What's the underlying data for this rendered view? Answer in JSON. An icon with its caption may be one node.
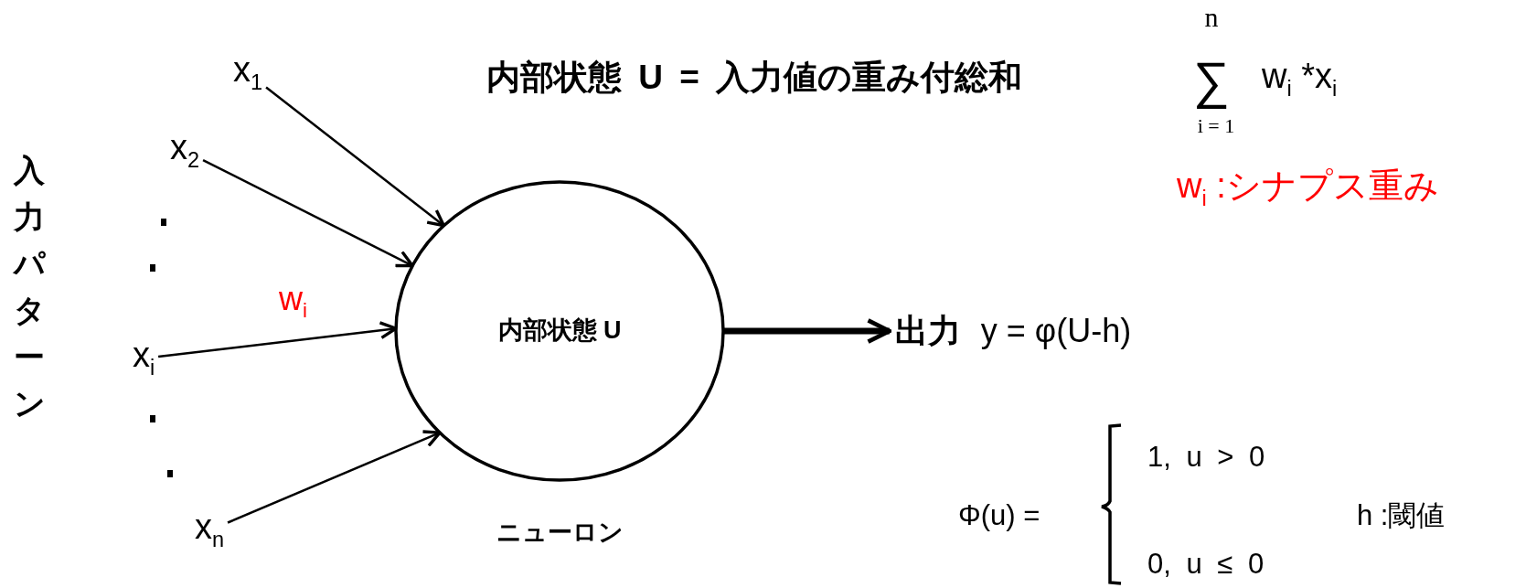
{
  "diagram": {
    "nodes": [
      {
        "text": [
          "x$_{1}$"
        ]
      },
      {
        "text": [
          "x$_{2}$"
        ]
      },
      {
        "text": [
          "x$_{i}$"
        ]
      },
      {
        "text": [
          "x$_{n}$"
        ]
      },
      {
        "text": [
          "内部状態 U"
        ],
        "beside": [
          "ニューロン"
        ]
      },
      {
        "text": [
          "出力",
          "y = φ(U-h)"
        ]
      }
    ],
    "edges": [
      {
        "from": 0,
        "to": 4,
        "arrow": "to"
      },
      {
        "from": 1,
        "to": 4,
        "arrow": "to"
      },
      {
        "from": 2,
        "to": 4,
        "arrow": "to",
        "label": "w$_{i}$"
      },
      {
        "from": 3,
        "to": 4,
        "arrow": "to"
      },
      {
        "from": 4,
        "to": 5,
        "arrow": "to",
        "style": "thick"
      }
    ],
    "labels": [
      "内部状態 U = 入力値の重み付総和",
      "n",
      "∑",
      "w$_{i}$ *x$_{i}$",
      "i = 1",
      "w$_{i}$ :シナプス重み",
      "入力パターン",
      "Φ(u) =",
      "1, u > 0",
      "h :閾値",
      "0, u ≤ 0"
    ]
  }
}
